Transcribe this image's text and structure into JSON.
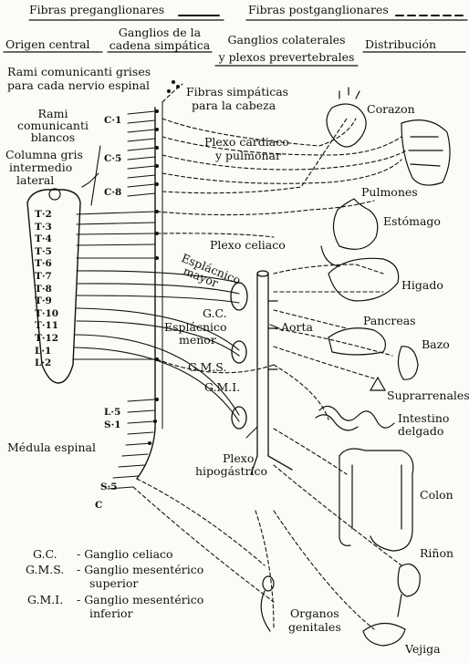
{
  "header": {
    "pre": "Fibras preganglionares",
    "post": "Fibras postganglionares",
    "col1": "Origen central",
    "col2a": "Ganglios de la",
    "col2b": "cadena simpática",
    "col3a": "Ganglios colaterales",
    "col3b": "y plexos prevertebrales",
    "col4": "Distribución"
  },
  "labels": {
    "rami_grises_a": "Rami comunicanti grises",
    "rami_grises_b": "para cada nervio espinal",
    "rami_blancos_a": "Rami",
    "rami_blancos_b": "comunicanti",
    "rami_blancos_c": "blancos",
    "columna_a": "Columna gris",
    "columna_b": "intermedio",
    "columna_c": "lateral",
    "fibras_cabeza_a": "Fibras simpáticas",
    "fibras_cabeza_b": "para la cabeza",
    "plexo_cardiaco_a": "Plexo cardiaco",
    "plexo_cardiaco_b": "y pulmonar",
    "corazon": "Corazon",
    "pulmones": "Pulmones",
    "estomago": "Estómago",
    "plexo_celiaco": "Plexo celiaco",
    "esplacnico_mayor_a": "Esplácnico",
    "esplacnico_mayor_b": "mayor",
    "higado": "Higado",
    "gc": "G.C.",
    "esplacnico_menor_a": "Esplácnico",
    "esplacnico_menor_b": "menor",
    "aorta": "Aorta",
    "pancreas": "Pancreas",
    "bazo": "Bazo",
    "gms": "G.M.S.",
    "gmi": "G.M.I.",
    "suprarrenales": "Suprarrenales",
    "intestino_a": "Intestino",
    "intestino_b": "delgado",
    "medula": "Médula espinal",
    "plexo_hipo_a": "Plexo",
    "plexo_hipo_b": "hipogástrico",
    "colon": "Colon",
    "rinon": "Riñon",
    "organos_a": "Organos",
    "organos_b": "genitales",
    "vejiga": "Vejiga"
  },
  "segments": {
    "c1": "C·1",
    "c5": "C·5",
    "c8": "C·8",
    "thoracic": [
      "T·2",
      "T·3",
      "T·4",
      "T·5",
      "T·6",
      "T·7",
      "T·8",
      "T·9",
      "T·10",
      "T·11",
      "T·12",
      "L·1",
      "L·2"
    ],
    "l5": "L·5",
    "s1": "S·1",
    "s5": "S·5",
    "c": "C"
  },
  "legend": {
    "gc_key": "G.C.",
    "gc_val": "- Ganglio celiaco",
    "gms_key": "G.M.S.",
    "gms_val": "- Ganglio mesentérico",
    "gms_val2": "superior",
    "gmi_key": "G.M.I.",
    "gmi_val": "- Ganglio mesentérico",
    "gmi_val2": "inferior"
  }
}
